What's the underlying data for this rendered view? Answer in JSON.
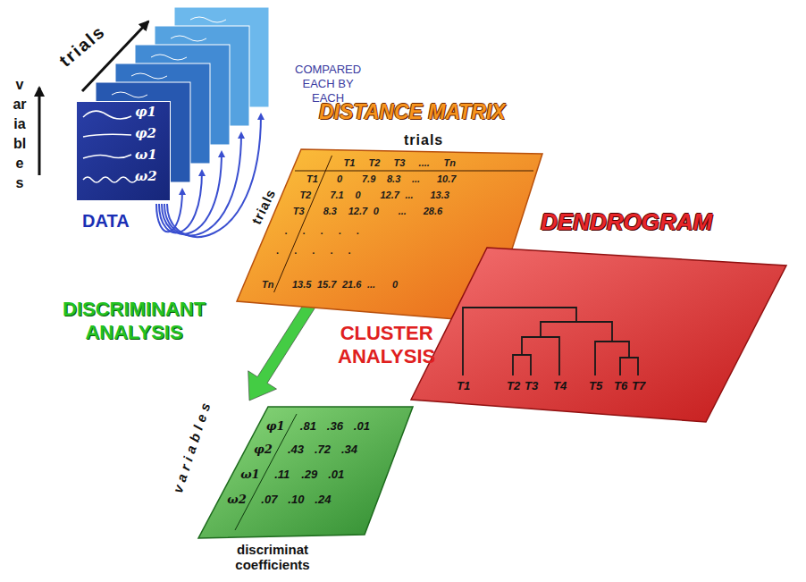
{
  "diagram": {
    "nodes": [
      {
        "text": [
          "φ1",
          "φ2",
          "ω1",
          "ω2"
        ]
      },
      {
        "text": [
          "DISTANCE MATRIX",
          "trials",
          "trials",
          "T1",
          "T2",
          "T3",
          "....",
          "Tn",
          "T1",
          "0",
          "7.9",
          "8.3",
          "...",
          "10.7",
          "T2",
          "7.1",
          "0",
          "12.7",
          "...",
          "13.3",
          "T3",
          "8.3",
          "12.7",
          "0",
          "...",
          "28.6",
          ". . . . .",
          ". . . . .",
          "Tn",
          "13.5",
          "15.7",
          "21.6",
          "...",
          "0"
        ]
      },
      {
        "text": [
          "DENDROGRAM",
          "T1",
          "T2",
          "T3",
          "T4",
          "T5",
          "T6",
          "T7"
        ]
      },
      {
        "text": [
          "φ1",
          ".81",
          ".36",
          ".01",
          "φ2",
          ".43",
          ".72",
          ".34",
          "ω1",
          ".11",
          ".29",
          ".01",
          "ω2",
          ".07",
          ".10",
          ".24",
          "discriminat coefficients"
        ]
      }
    ],
    "edges": [
      {
        "from": 1,
        "to": 2,
        "label": "CLUSTER ANALYSIS",
        "arrow": "to"
      },
      {
        "from": 1,
        "to": 3,
        "label": "DISCRIMINANT ANALYSIS",
        "arrow": "to"
      }
    ],
    "labels": [
      "trials",
      "variables",
      "COMPARED EACH BY EACH",
      "DATA",
      "variables"
    ]
  }
}
